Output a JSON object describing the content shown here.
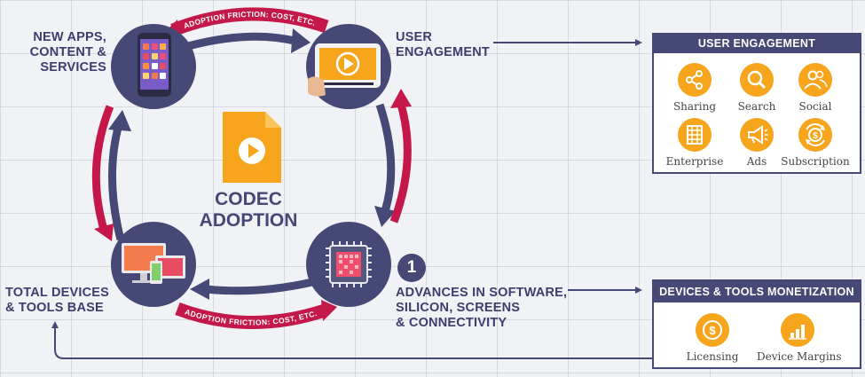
{
  "nodes": {
    "apps": {
      "label_lines": [
        "NEW APPS,",
        "CONTENT &",
        "SERVICES"
      ]
    },
    "engagement": {
      "label_lines": [
        "USER",
        "ENGAGEMENT"
      ]
    },
    "advances": {
      "label_lines": [
        "ADVANCES IN SOFTWARE,",
        "SILICON, SCREENS",
        "& CONNECTIVITY"
      ],
      "number": "1"
    },
    "devices": {
      "label_lines": [
        "TOTAL DEVICES",
        "& TOOLS BASE"
      ]
    }
  },
  "center": {
    "title_lines": [
      "CODEC",
      "ADOPTION"
    ]
  },
  "friction": {
    "top": "ADOPTION FRICTION: COST, ETC.",
    "bottom": "ADOPTION FRICTION: COST, ETC."
  },
  "user_panel": {
    "title": "USER ENGAGEMENT MONETIZATION",
    "items": [
      {
        "label": "Sharing",
        "icon": "share-icon"
      },
      {
        "label": "Search",
        "icon": "search-icon"
      },
      {
        "label": "Social",
        "icon": "people-icon"
      },
      {
        "label": "Enterprise",
        "icon": "building-icon"
      },
      {
        "label": "Ads",
        "icon": "megaphone-icon"
      },
      {
        "label": "Subscription",
        "icon": "subscription-icon"
      }
    ]
  },
  "devices_panel": {
    "title": "DEVICES & TOOLS MONETIZATION",
    "items": [
      {
        "label": "Licensing",
        "icon": "dollar-icon"
      },
      {
        "label": "Device Margins",
        "icon": "bar-chart-icon"
      }
    ]
  },
  "colors": {
    "navy": "#464875",
    "crimson": "#c4184a",
    "orange": "#f7a51d",
    "background": "#f1f2f6"
  }
}
